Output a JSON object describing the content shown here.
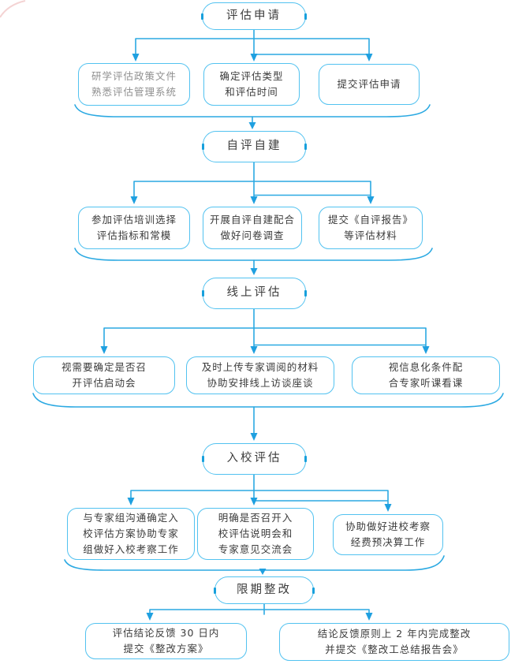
{
  "colors": {
    "line": "#2ba9e2",
    "border": "#52c2f0",
    "arrow": "#1fa0e0",
    "text": "#3b3b3b",
    "muted": "#8f8f8f"
  },
  "stages": [
    "评估申请",
    "自评自建",
    "线上评估",
    "入校评估",
    "限期整改"
  ],
  "rows": {
    "application": [
      {
        "lines": [
          "研学评估政策文件",
          "熟悉评估管理系统"
        ]
      },
      {
        "lines": [
          "确定评估类型",
          "和评估时间"
        ]
      },
      {
        "lines": [
          "提交评估申请"
        ]
      }
    ],
    "self_build": [
      {
        "lines": [
          "参加评估培训选择",
          "评估指标和常模"
        ]
      },
      {
        "lines": [
          "开展自评自建配合",
          "做好问卷调查"
        ]
      },
      {
        "lines": [
          "提交《自评报告》",
          "等评估材料"
        ]
      }
    ],
    "online": [
      {
        "lines": [
          "视需要确定是否召",
          "开评估启动会"
        ]
      },
      {
        "lines": [
          "及时上传专家调阅的材料",
          "协助安排线上访谈座谈"
        ]
      },
      {
        "lines": [
          "视信息化条件配",
          "合专家听课看课"
        ]
      }
    ],
    "onsite": [
      {
        "lines": [
          "与专家组沟通确定入",
          "校评估方案协助专家",
          "组做好入校考察工作"
        ]
      },
      {
        "lines": [
          "明确是否召开入",
          "校评估说明会和",
          "专家意见交流会"
        ]
      },
      {
        "lines": [
          "协助做好进校考察",
          "经费预决算工作"
        ]
      }
    ],
    "rectify": [
      {
        "lines": [
          "评估结论反馈 30 日内",
          "提交《整改方案》"
        ]
      },
      {
        "lines": [
          "结论反馈原则上 2 年内完成整改",
          "并提交《整改工总结报告会》"
        ]
      }
    ]
  }
}
